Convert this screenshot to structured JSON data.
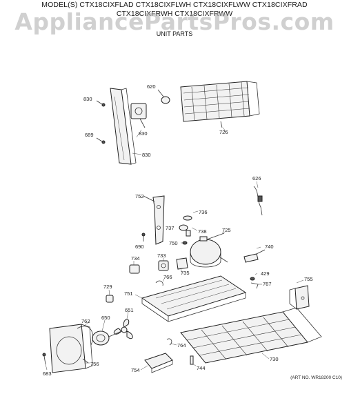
{
  "header": {
    "models_line1": "MODEL(S) CTX18CIXFLAD  CTX18CIXFLWH  CTX18CIXFLWW  CTX18CIXFRAD",
    "models_line2": "CTX18CIXFRWH  CTX18CIXFRWW",
    "section_title": "UNIT PARTS"
  },
  "watermark": "AppliancePartsPros.com",
  "art_number": "(ART NO. WR18200 C10)",
  "parts": {
    "p830a": "830",
    "p620": "620",
    "p689": "689",
    "p830b": "830",
    "p830c": "830",
    "p726": "726",
    "p626": "626",
    "p752": "752",
    "p736": "736",
    "p737": "737",
    "p738": "738",
    "p725": "725",
    "p750": "750",
    "p690": "690",
    "p740": "740",
    "p734": "734",
    "p733": "733",
    "p735": "735",
    "p429": "429",
    "p766": "766",
    "p767": "767",
    "p755": "755",
    "p729": "729",
    "p751": "751",
    "p651": "651",
    "p762": "762",
    "p650": "650",
    "p764": "764",
    "p730": "730",
    "p756": "756",
    "p754": "754",
    "p744": "744",
    "p683": "683"
  }
}
